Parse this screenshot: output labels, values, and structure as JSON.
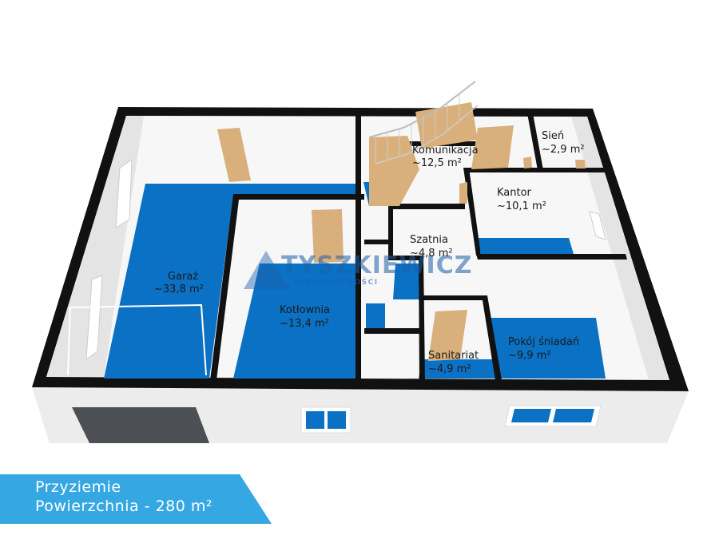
{
  "floor": {
    "name": "Przyziemie",
    "area_label": "Powierzchnia - 280 m²"
  },
  "watermark": {
    "brand": "TYSZKIEWICZ",
    "tagline": "NIERUCHOMOŚCI"
  },
  "colors": {
    "floor_blue": "#0a71c4",
    "wall": "#111111",
    "room_wall": "#f4f4f4",
    "door_wood": "#d9b07c",
    "banner": "#35a8e4",
    "exterior": "#ececec"
  },
  "rooms": [
    {
      "id": "garaz",
      "name": "Garaż",
      "area": "~33,8 m²"
    },
    {
      "id": "kotlownia",
      "name": "Kotłownia",
      "area": "~13,4 m²"
    },
    {
      "id": "komunikacja",
      "name": "Komunikacja",
      "area": "~12,5 m²"
    },
    {
      "id": "sien",
      "name": "Sień",
      "area": "~2,9 m²"
    },
    {
      "id": "kantor",
      "name": "Kantor",
      "area": "~10,1 m²"
    },
    {
      "id": "szatnia",
      "name": "Szatnia",
      "area": "~4,8 m²"
    },
    {
      "id": "sanitariat",
      "name": "Sanitariat",
      "area": "~4,9 m²"
    },
    {
      "id": "pokoj-sniadan",
      "name": "Pokój śniadań",
      "area": "~9,9 m²"
    }
  ]
}
